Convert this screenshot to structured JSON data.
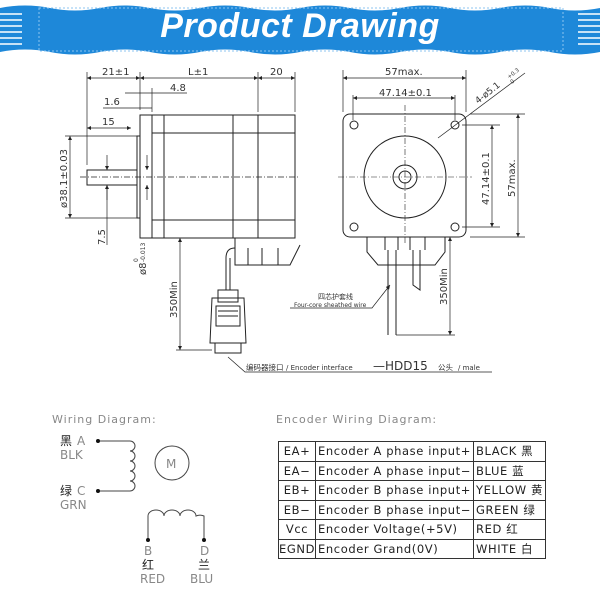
{
  "banner": {
    "title": "Product Drawing",
    "color": "#1e88d9"
  },
  "side_view": {
    "dims": {
      "d21": "21±1",
      "dL": "L±1",
      "d20": "20",
      "d48": "4.8",
      "d16": "1.6",
      "d15": "15",
      "d381": "ø38.1±0.03",
      "d75": "7.5",
      "d8": "ø8",
      "d8tol_top": "0",
      "d8tol_bot": "-0.013",
      "d350": "350Min"
    },
    "encoder_label_cn": "编码器接口",
    "encoder_label_en": "/ Encoder interface",
    "encoder_label_model": "—HDD15",
    "encoder_label_male_cn": "公头",
    "encoder_label_male_en": "/ male"
  },
  "front_view": {
    "dims": {
      "d57w": "57max.",
      "d4714w": "47.14±0.1",
      "d4714h": "47.14±0.1",
      "d57h": "57max.",
      "holes": "4-ø5.1",
      "holes_tol_top": "+0.3",
      "holes_tol_bot": "0",
      "d350": "350Min"
    },
    "wire_label_cn": "四芯护套线",
    "wire_label_en": "Four-core sheathed wire"
  },
  "wiring": {
    "title": "Wiring Diagram:",
    "motor": "M",
    "A": {
      "cn": "黑",
      "letter": "A",
      "en": "BLK"
    },
    "C": {
      "cn": "绿",
      "letter": "C",
      "en": "GRN"
    },
    "B": {
      "letter": "B",
      "cn": "红",
      "en": "RED"
    },
    "D": {
      "letter": "D",
      "cn": "兰",
      "en": "BLU"
    }
  },
  "encoder_wiring": {
    "title": "Encoder Wiring Diagram:",
    "rows": [
      {
        "pin": "EA+",
        "desc": "Encoder A phase input+",
        "color": "BLACK 黑"
      },
      {
        "pin": "EA−",
        "desc": "Encoder A phase input−",
        "color": "BLUE 蓝"
      },
      {
        "pin": "EB+",
        "desc": "Encoder B phase input+",
        "color": "YELLOW 黄"
      },
      {
        "pin": "EB−",
        "desc": "Encoder B phase input−",
        "color": "GREEN 绿"
      },
      {
        "pin": "Vcc",
        "desc": "Encoder Voltage(+5V)",
        "color": "RED 红"
      },
      {
        "pin": "EGND",
        "desc": "Encoder Grand(0V)",
        "color": "WHITE 白"
      }
    ]
  }
}
